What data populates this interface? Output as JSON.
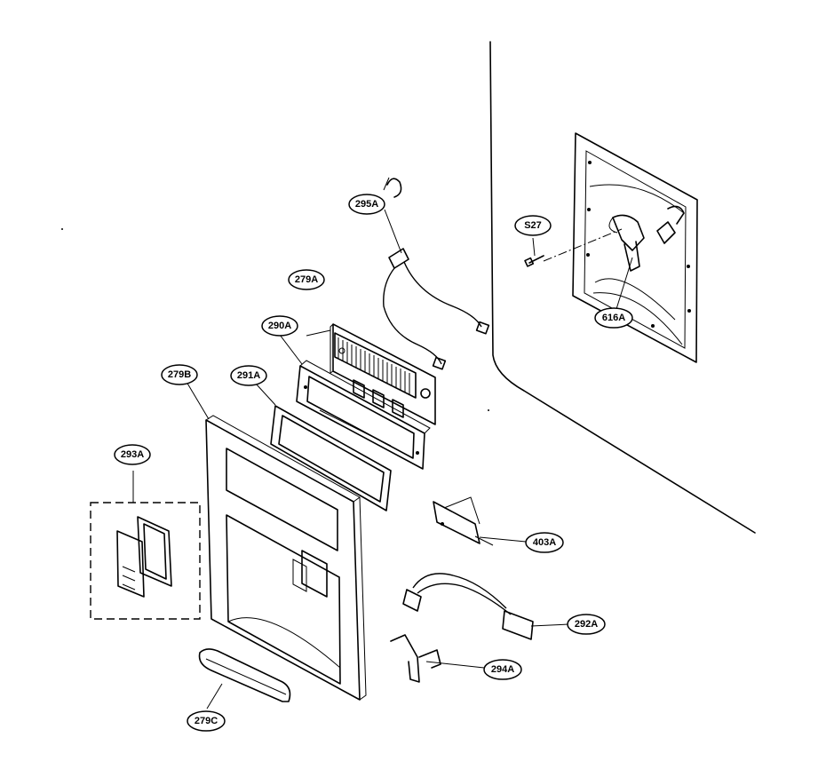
{
  "diagram": {
    "callouts": [
      {
        "id": "c295A",
        "label": "295A"
      },
      {
        "id": "c279A",
        "label": "279A"
      },
      {
        "id": "c290A",
        "label": "290A"
      },
      {
        "id": "c279B",
        "label": "279B"
      },
      {
        "id": "c291A",
        "label": "291A"
      },
      {
        "id": "c293A",
        "label": "293A"
      },
      {
        "id": "cS27",
        "label": "S27"
      },
      {
        "id": "c616A",
        "label": "616A"
      },
      {
        "id": "c403A",
        "label": "403A"
      },
      {
        "id": "c292A",
        "label": "292A"
      },
      {
        "id": "c294A",
        "label": "294A"
      },
      {
        "id": "c279C",
        "label": "279C"
      }
    ]
  }
}
